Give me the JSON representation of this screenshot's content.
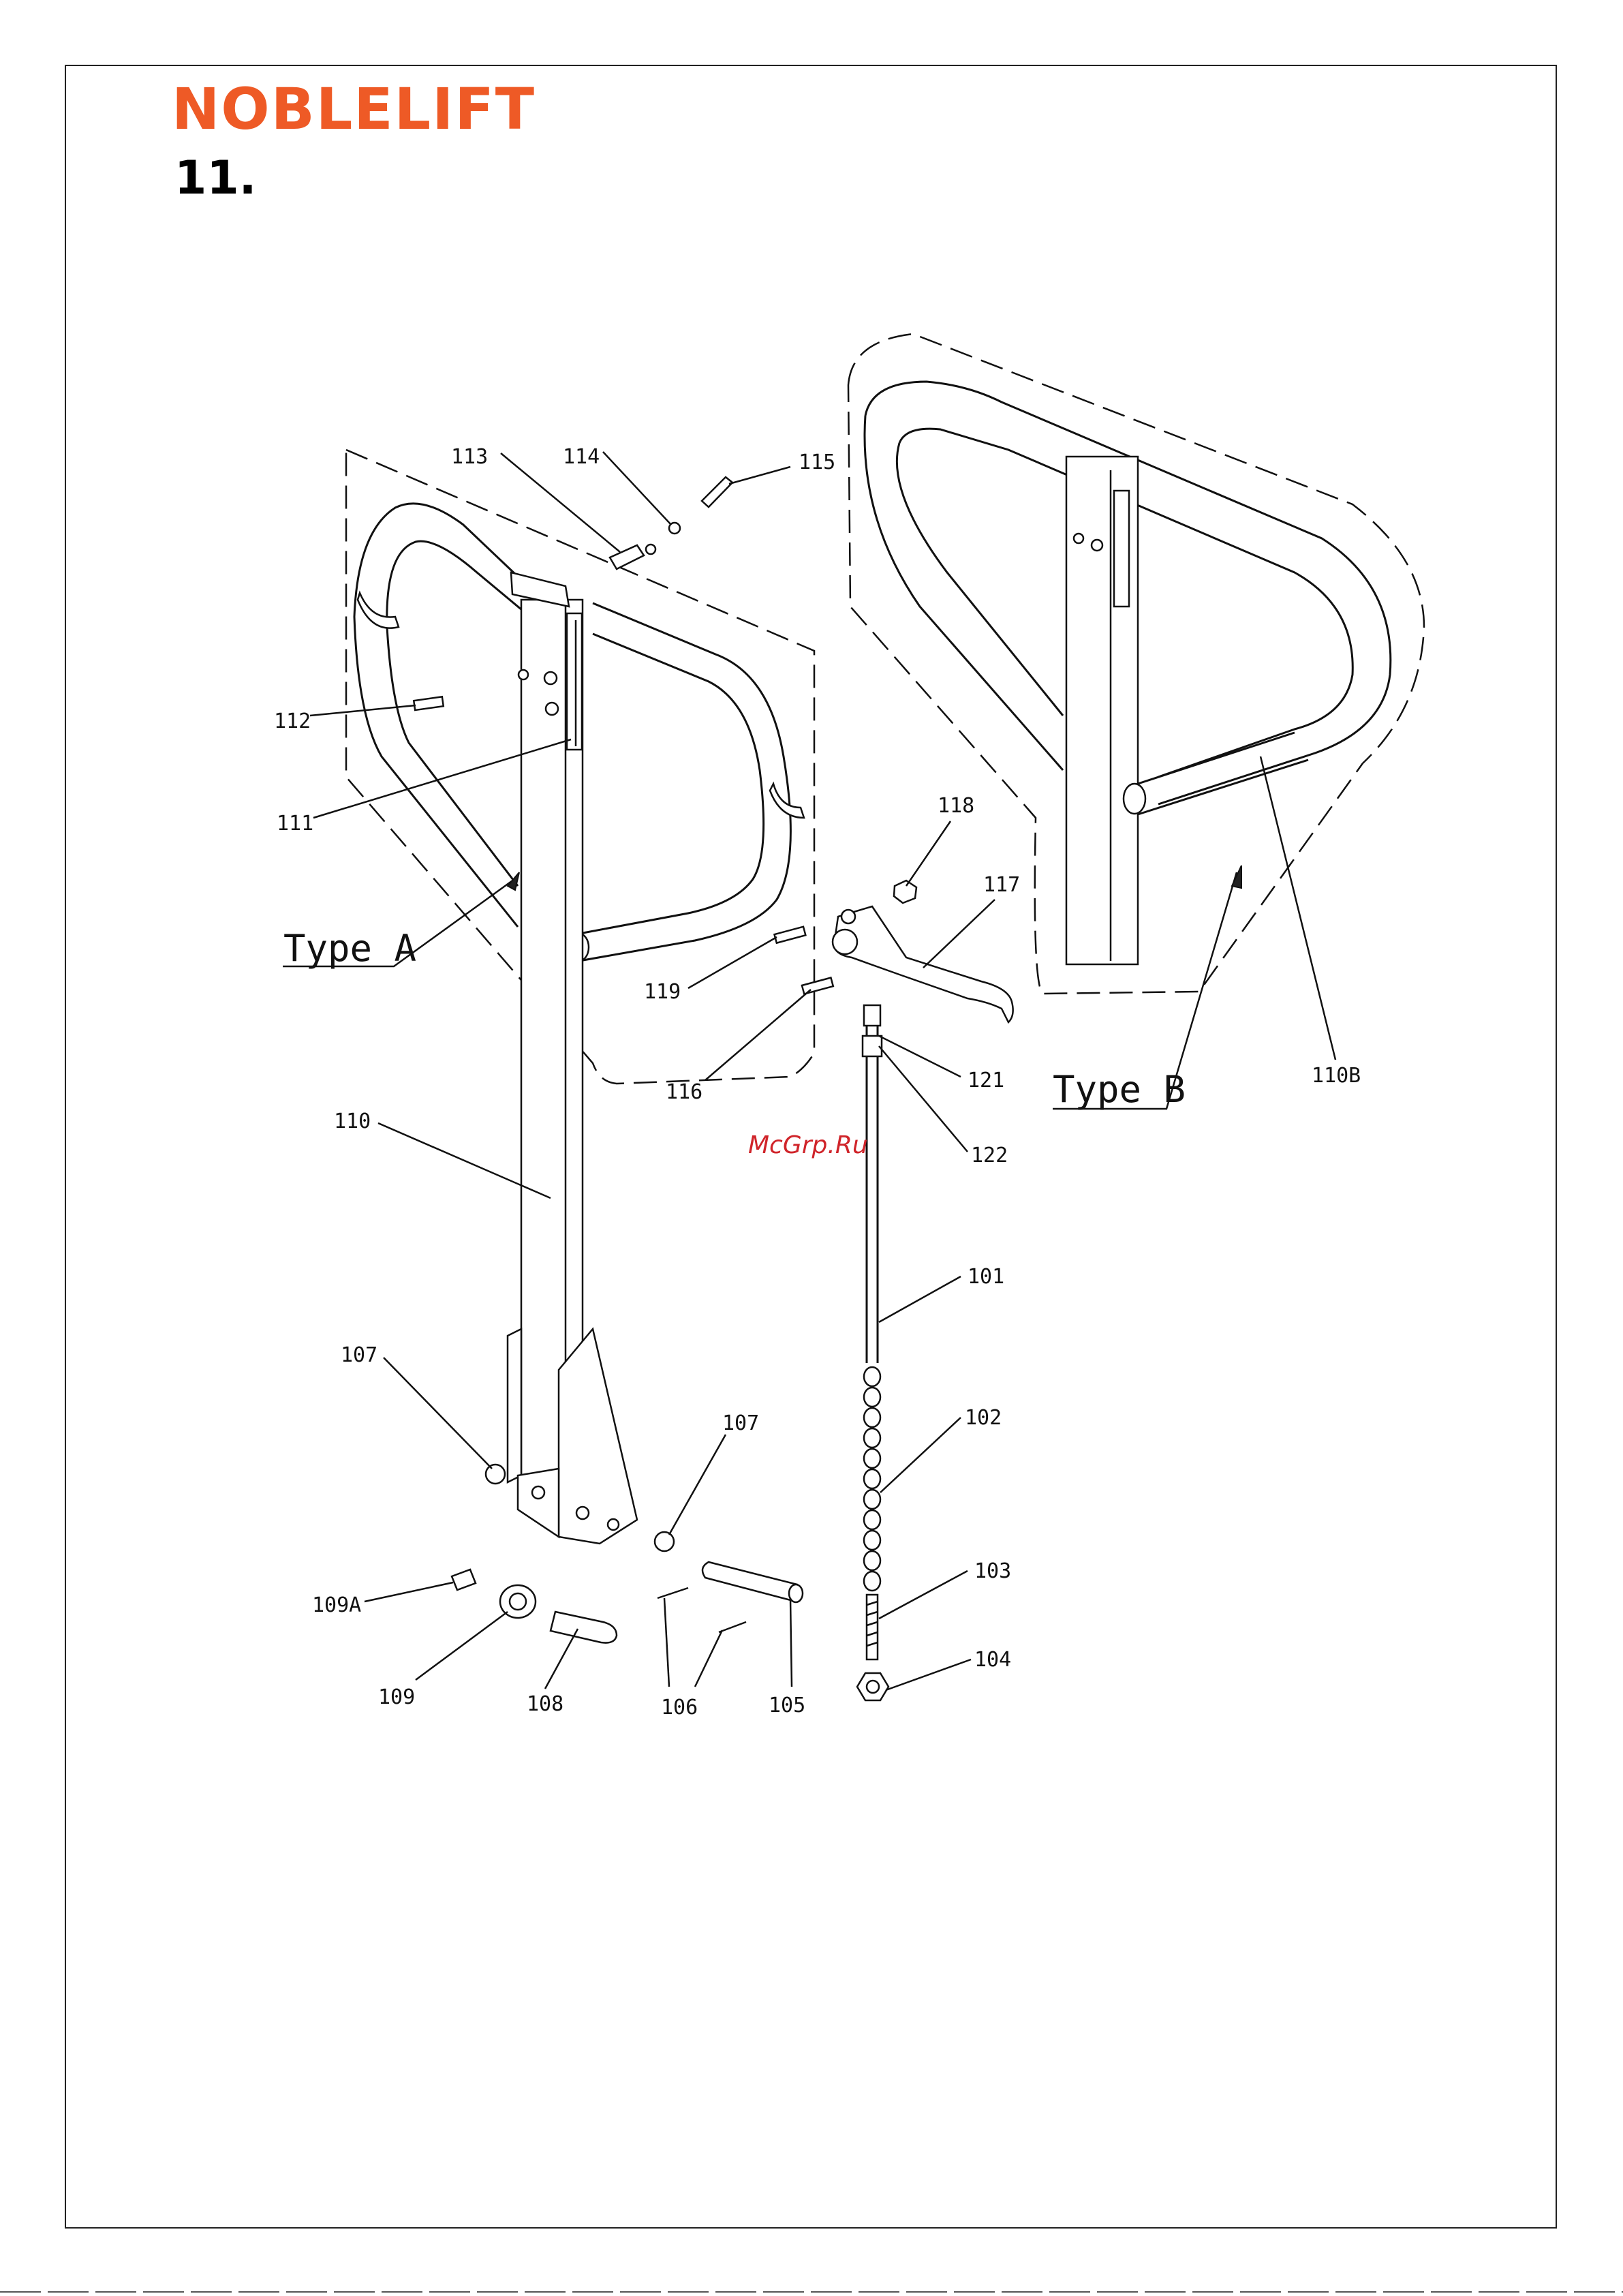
{
  "header": {
    "brand": "NOBLELIFT",
    "section_number": "11."
  },
  "watermark": "McGrp.Ru",
  "variants": {
    "type_a": "Type A",
    "type_b": "Type B"
  },
  "part_labels": {
    "p101": "101",
    "p102": "102",
    "p103": "103",
    "p104": "104",
    "p105": "105",
    "p106": "106",
    "p107a": "107",
    "p107b": "107",
    "p108": "108",
    "p109": "109",
    "p109a": "109A",
    "p110": "110",
    "p110b": "110B",
    "p111": "111",
    "p112": "112",
    "p113": "113",
    "p114": "114",
    "p115": "115",
    "p116": "116",
    "p117": "117",
    "p118": "118",
    "p119": "119",
    "p121": "121",
    "p122": "122"
  },
  "colors": {
    "brand": "#ee5a26",
    "watermark": "#d0242a",
    "line": "#111111"
  }
}
